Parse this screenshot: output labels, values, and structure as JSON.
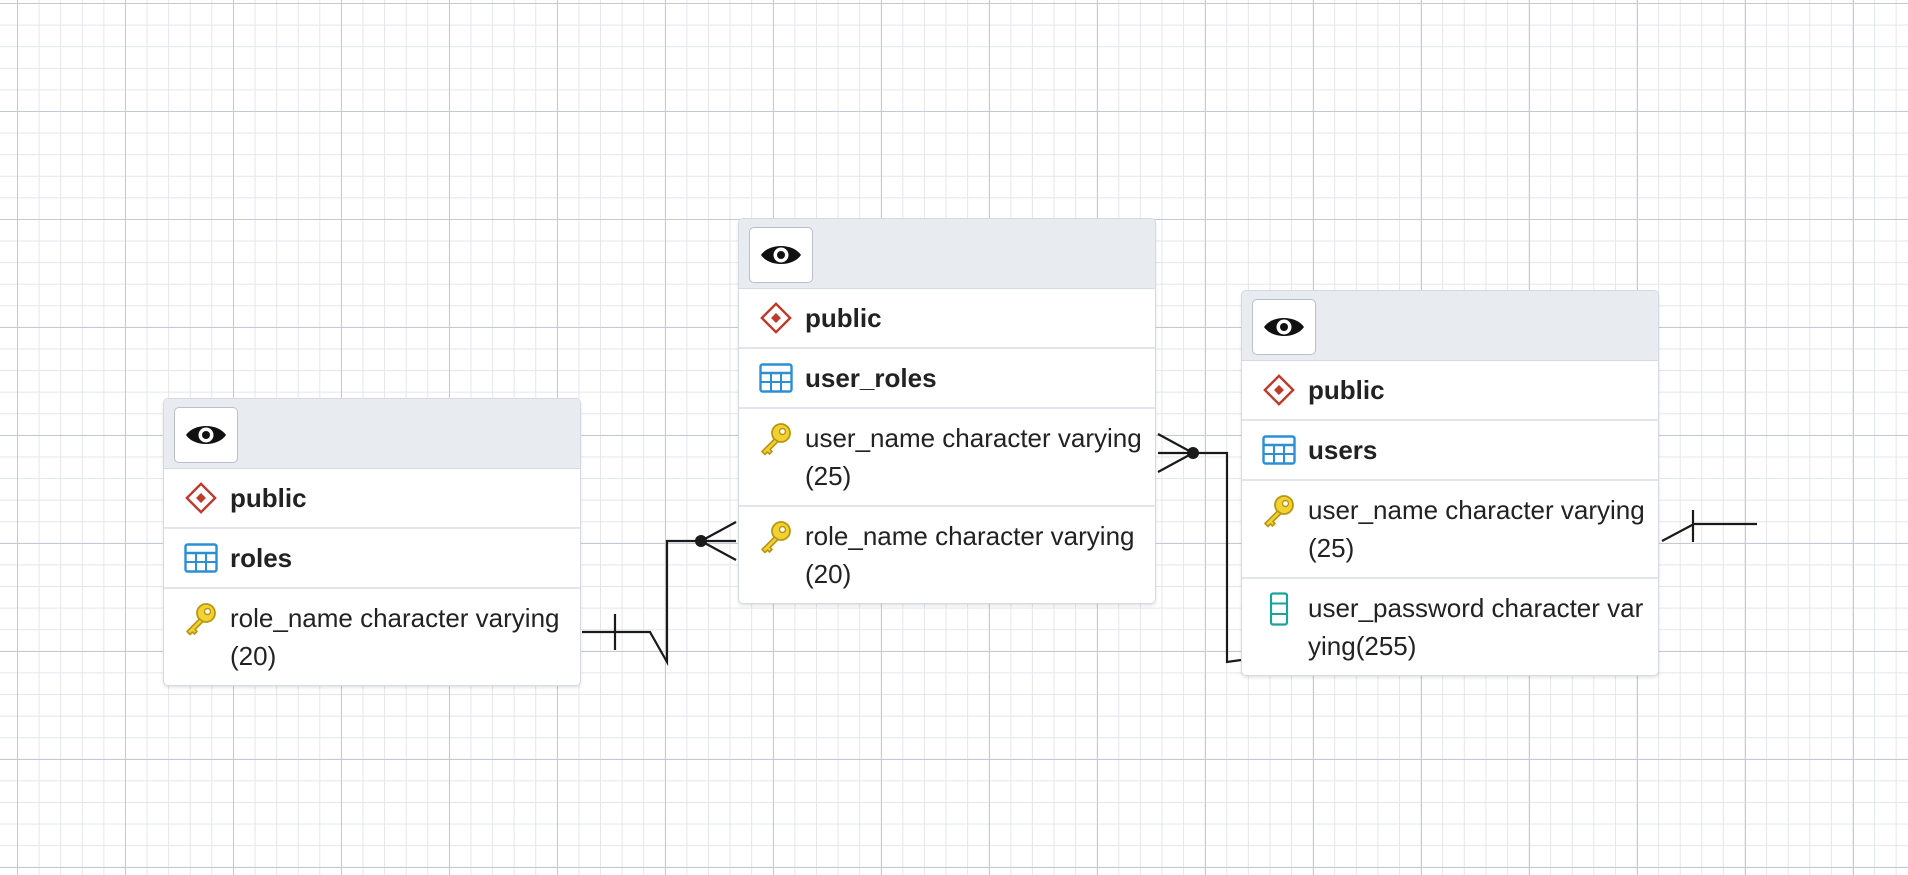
{
  "entities": [
    {
      "id": "roles",
      "schema": "public",
      "table": "roles",
      "columns": [
        {
          "name": "role_name character varying(20)",
          "icon": "primary-key-icon"
        }
      ]
    },
    {
      "id": "user_roles",
      "schema": "public",
      "table": "user_roles",
      "columns": [
        {
          "name": "user_name character varying(25)",
          "icon": "primary-key-icon"
        },
        {
          "name": "role_name character varying(20)",
          "icon": "primary-key-icon"
        }
      ]
    },
    {
      "id": "users",
      "schema": "public",
      "table": "users",
      "columns": [
        {
          "name": "user_name character varying(25)",
          "icon": "primary-key-icon"
        },
        {
          "name": "user_password character varying(255)",
          "icon": "column-icon"
        }
      ]
    }
  ],
  "relationships": [
    {
      "from": "roles.role_name",
      "to": "user_roles.role_name",
      "cardinality": "one-to-many"
    },
    {
      "from": "users.user_name",
      "to": "user_roles.user_name",
      "cardinality": "one-to-many"
    }
  ],
  "colors": {
    "grid_major": "#c5c9d6",
    "grid_minor": "#e3e6ee",
    "header_bg": "#e8ebf0",
    "schema_icon": "#c0392b",
    "table_icon": "#2b8fd6",
    "key_icon": "#e6c229",
    "column_icon": "#1aa39a"
  }
}
